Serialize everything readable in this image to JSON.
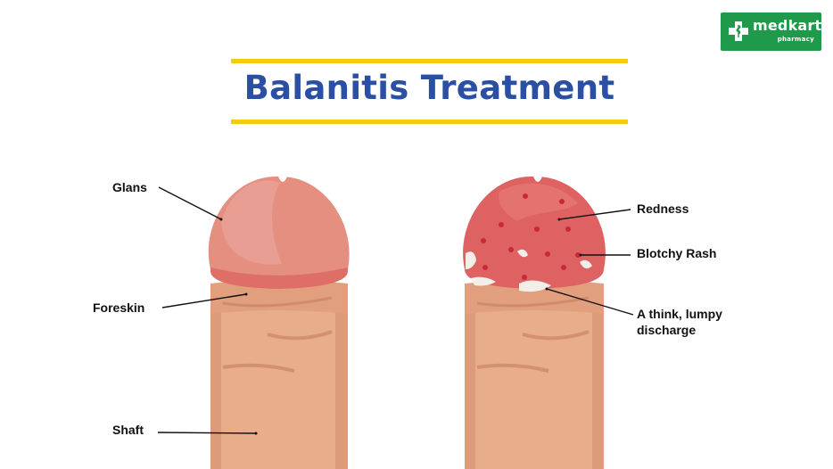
{
  "brand": {
    "name": "medkart",
    "tagline": "pharmacy",
    "color": "#1f9a4b"
  },
  "title": "Balanitis Treatment",
  "colors": {
    "title": "#2a4fa3",
    "rule": "#f2cc0f",
    "skin": "#e8ad8a",
    "glans": "#e58a7f",
    "inflamed": "#de6060"
  },
  "labels": {
    "left": {
      "glans": "Glans",
      "foreskin": "Foreskin",
      "shaft": "Shaft"
    },
    "right": {
      "redness": "Redness",
      "rash": "Blotchy Rash",
      "discharge_line1": "A think, lumpy",
      "discharge_line2": "discharge"
    }
  }
}
